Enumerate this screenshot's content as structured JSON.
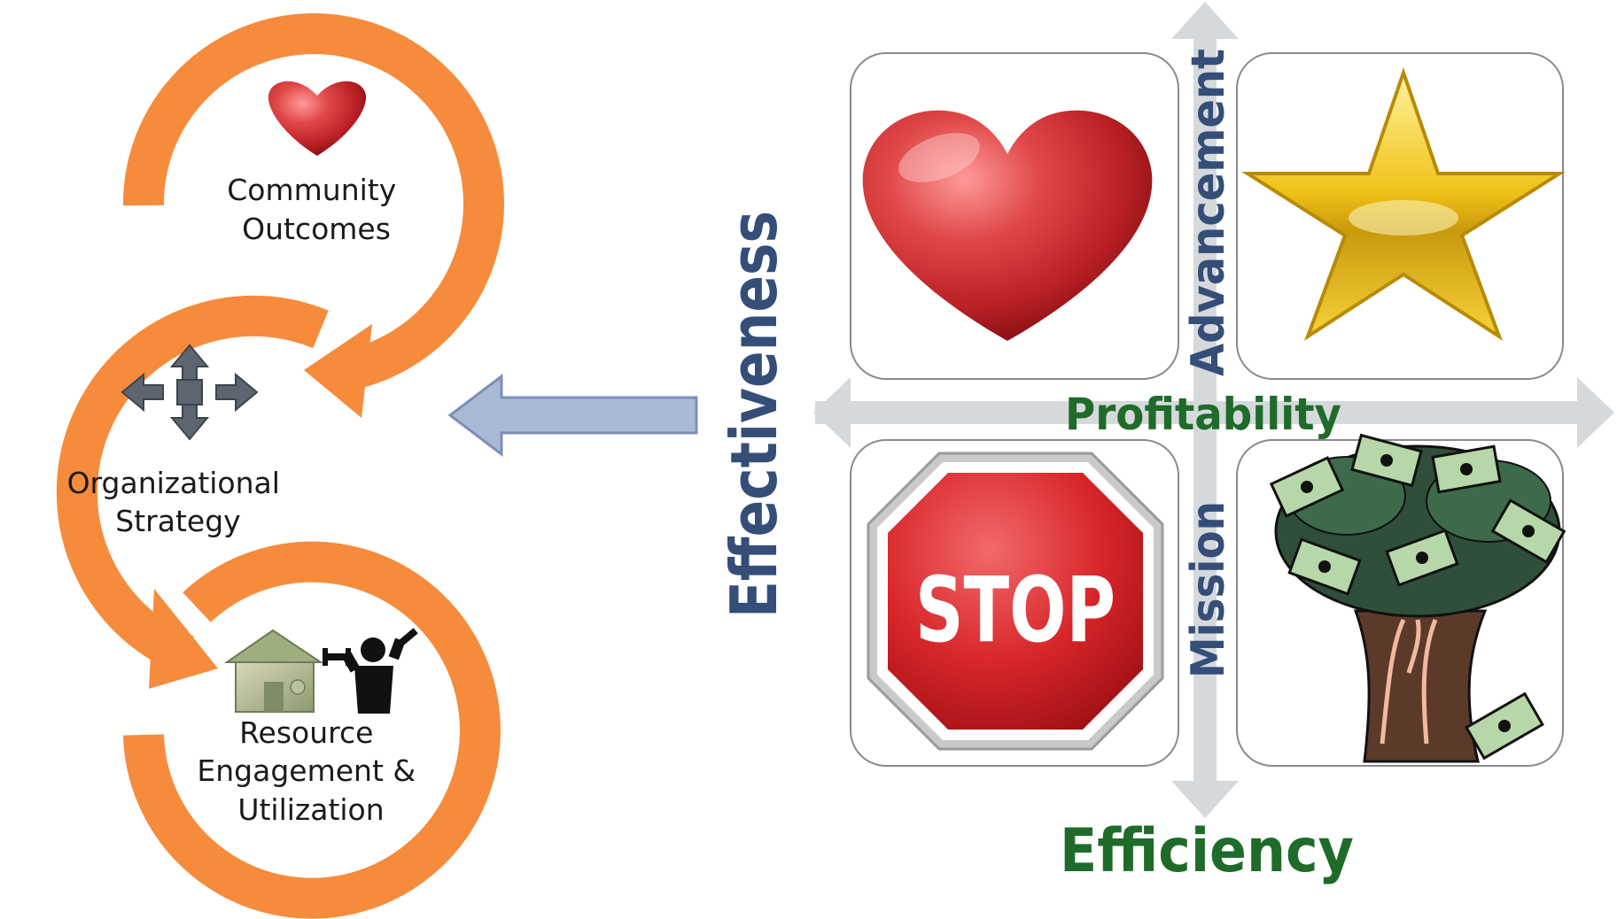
{
  "colors": {
    "cycle_orange": "#f68b3b",
    "connector_arrow": "#a9b9d6",
    "axis_gray": "#d6d9dc",
    "effectiveness_blue": "#344e78",
    "efficiency_green": "#1f6b2a",
    "quadrant_border": "#8a8a8a"
  },
  "cycle": {
    "community_outcomes": [
      "Community",
      "Outcomes"
    ],
    "organizational_strategy": [
      "Organizational",
      "Strategy"
    ],
    "resource_engagement": [
      "Resource",
      "Engagement &",
      "Utilization"
    ]
  },
  "matrix": {
    "y_axis_label": "Effectiveness",
    "x_axis_label": "Efficiency",
    "center_label": "Profitability",
    "upper_label": "Advancement",
    "lower_label": "Mission",
    "quadrants": [
      {
        "position": "top-left",
        "icon": "heart-icon"
      },
      {
        "position": "top-right",
        "icon": "star-icon"
      },
      {
        "position": "bottom-left",
        "icon": "stop-sign-icon",
        "sign_text": "STOP"
      },
      {
        "position": "bottom-right",
        "icon": "money-tree-icon"
      }
    ]
  }
}
